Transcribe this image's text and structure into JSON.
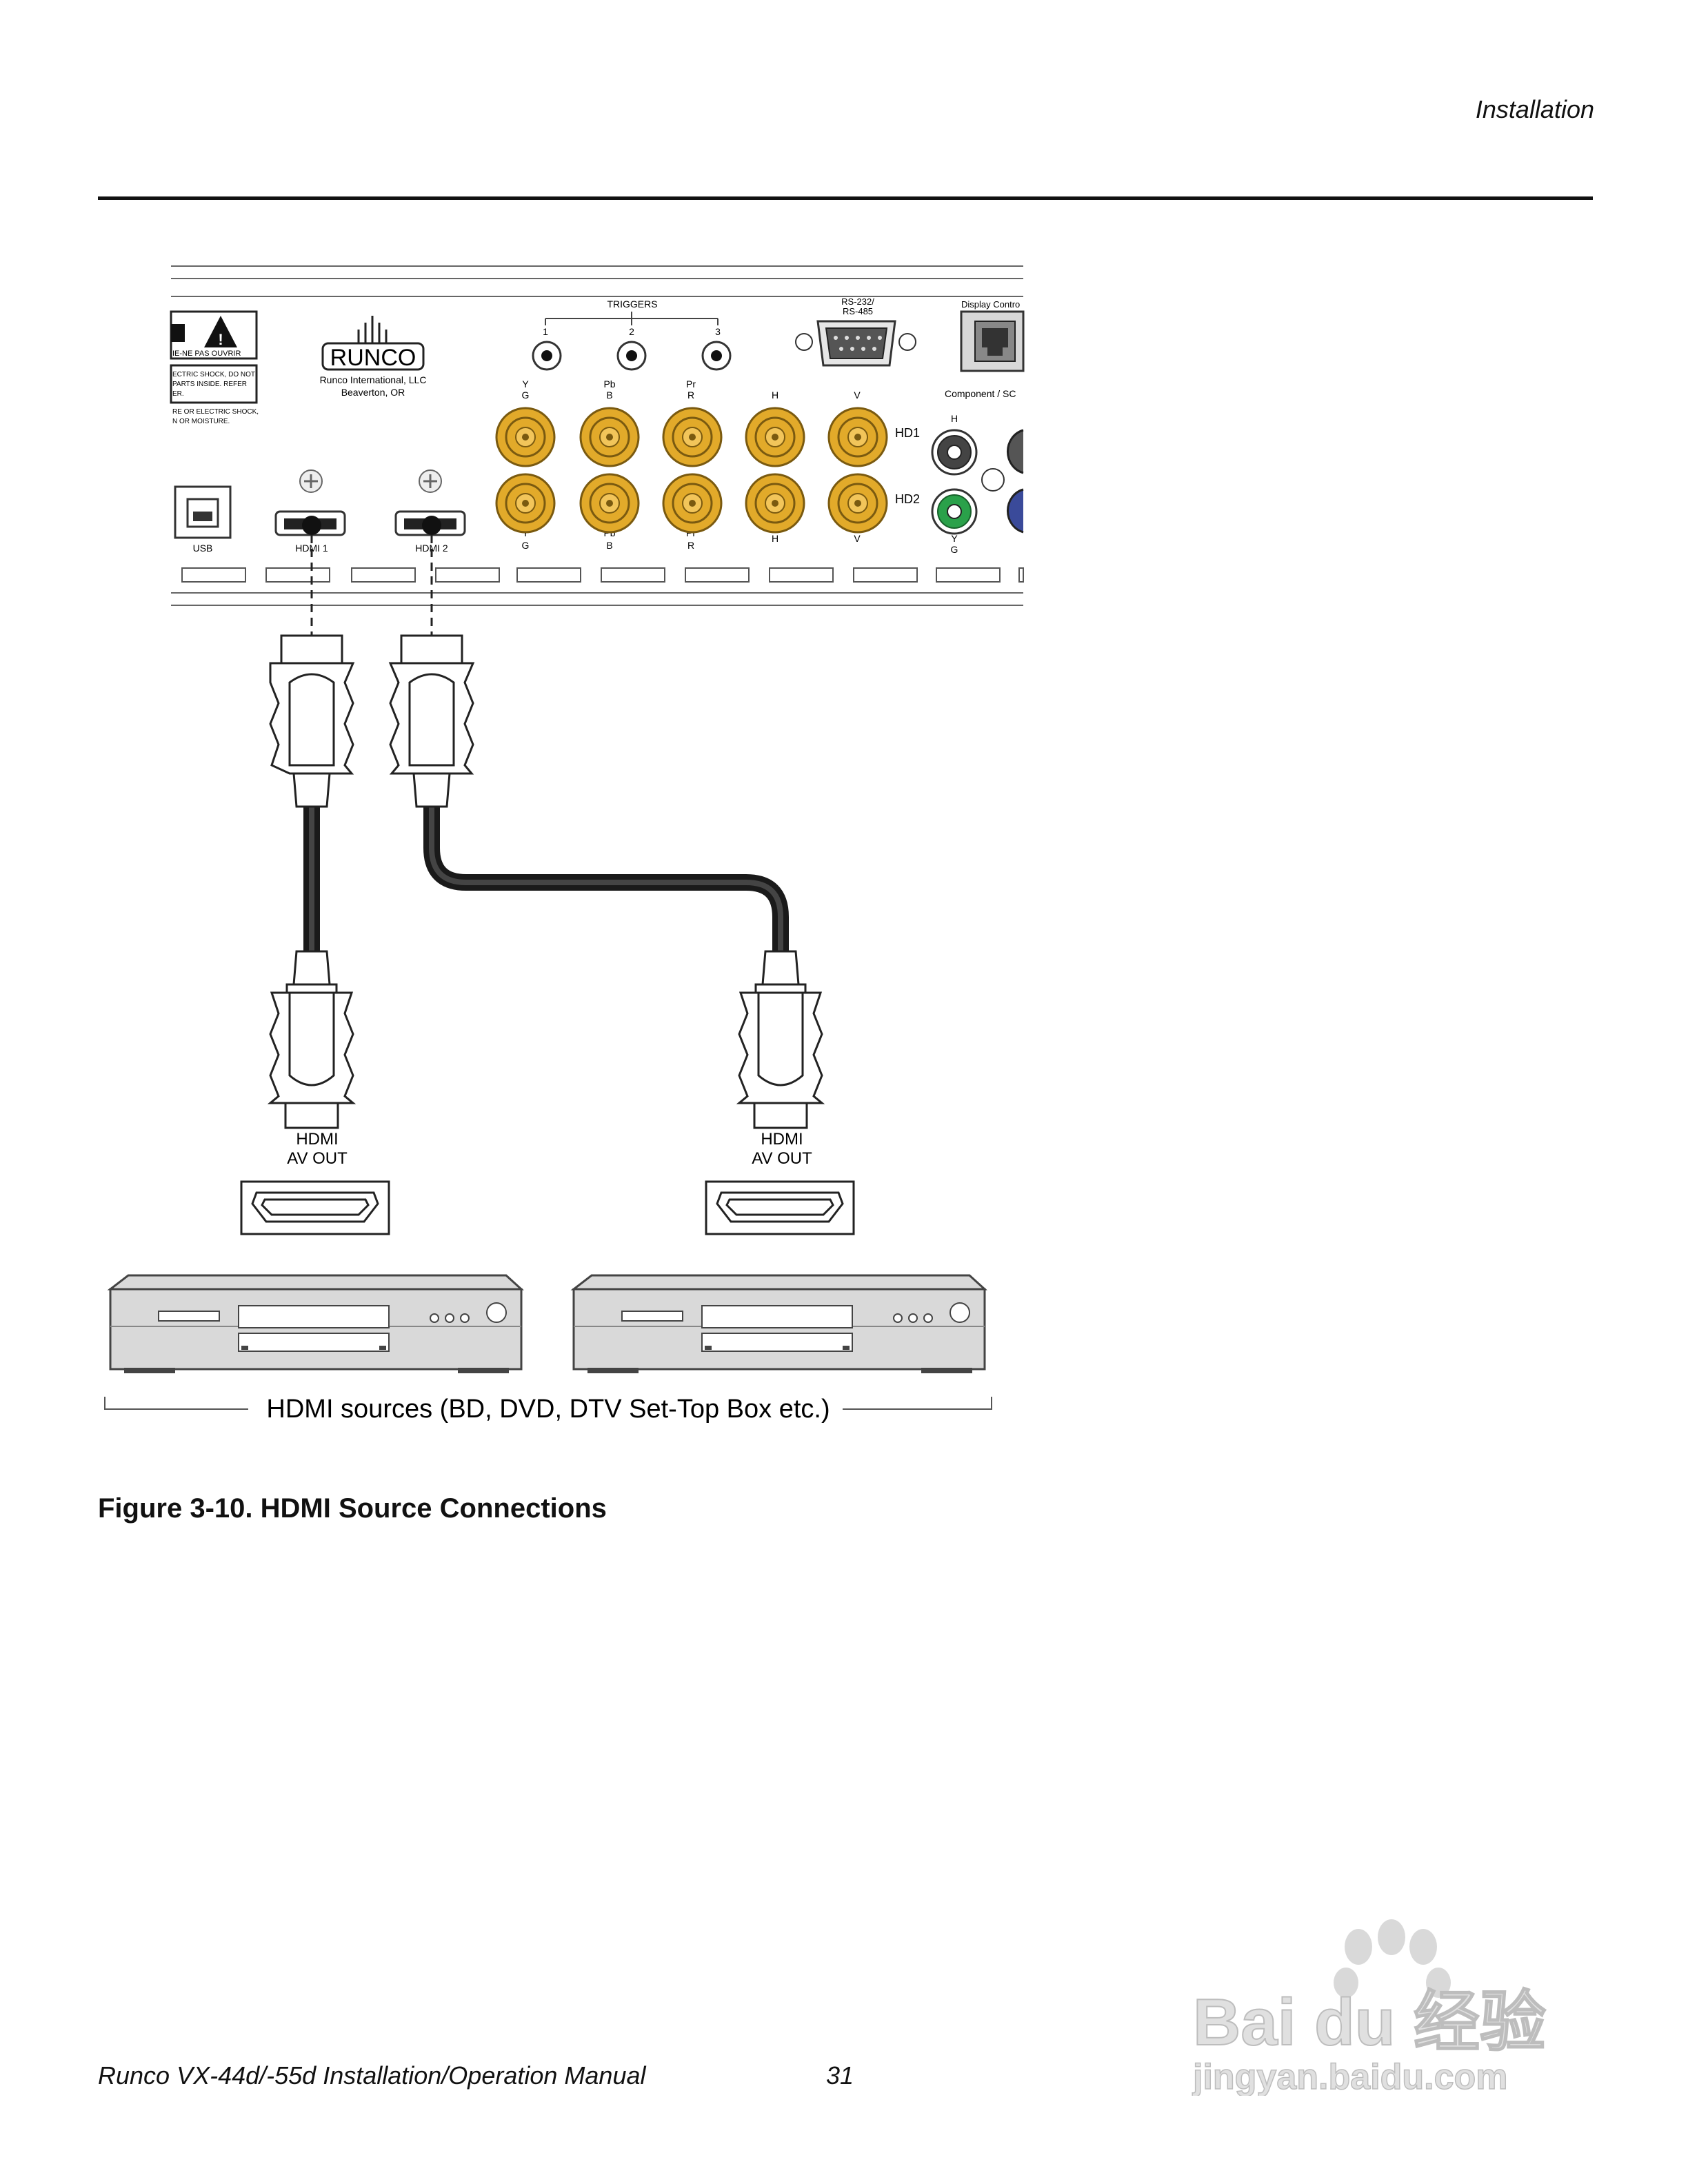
{
  "header": {
    "section": "Installation"
  },
  "panel": {
    "warning_lines": [
      "IE-NE PAS OUVRIR",
      "ECTRIC SHOCK, DO NOT",
      "PARTS INSIDE. REFER",
      "ER.",
      "RE OR ELECTRIC SHOCK,",
      "N OR MOISTURE."
    ],
    "warning_mark": "!",
    "brand_logo": "RUNCO",
    "brand_name": "Runco International, LLC",
    "brand_city": "Beaverton, OR",
    "triggers_label": "TRIGGERS",
    "trigger_numbers": [
      "1",
      "2",
      "3"
    ],
    "rs232_label": "RS-232/",
    "rs485_label": "RS-485",
    "display_control_label": "Display Contro",
    "component_label": "Component / SC",
    "component_top_labels": [
      "Y",
      "Pb",
      "Pr",
      "H",
      "V"
    ],
    "component_top_sublabels": [
      "G",
      "B",
      "R"
    ],
    "component_bottom_labels": [
      "Y",
      "Pb",
      "Pr",
      "H",
      "V"
    ],
    "component_bottom_sublabels": [
      "G",
      "B",
      "R"
    ],
    "hd1_label": "HD1",
    "hd2_label": "HD2",
    "side_h_label": "H",
    "side_y_label": "Y",
    "side_g_label": "G",
    "usb_label": "USB",
    "hdmi1_label": "HDMI 1",
    "hdmi2_label": "HDMI 2"
  },
  "sources": [
    {
      "label_line1": "HDMI",
      "label_line2": "AV OUT"
    },
    {
      "label_line1": "HDMI",
      "label_line2": "AV OUT"
    }
  ],
  "sources_caption": "HDMI sources (BD, DVD, DTV Set-Top Box etc.)",
  "figure_caption": "Figure 3-10. HDMI Source Connections",
  "footer": {
    "manual_title": "Runco VX-44d/-55d Installation/Operation Manual",
    "page_number": "31"
  },
  "watermark": {
    "line1": "Bai du 经验",
    "line2": "jingyan.baidu.com"
  },
  "colors": {
    "bnc_gold": "#e2aa2a",
    "rca_green": "#2aa14a",
    "cable": "#1a1a1a",
    "device_gray": "#d9d9d9"
  }
}
